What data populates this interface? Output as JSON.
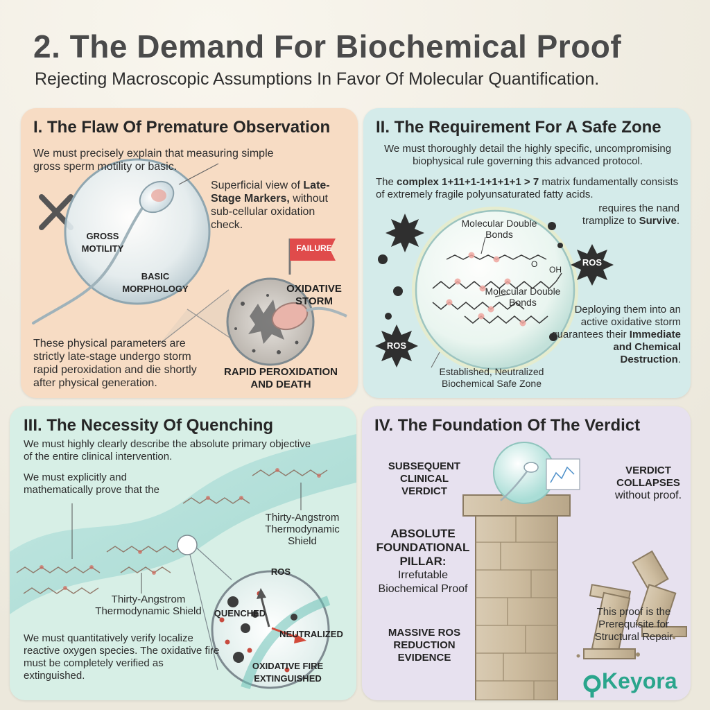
{
  "header": {
    "title": "2. The Demand For Biochemical Proof",
    "subtitle": "Rejecting Macroscopic Assumptions In Favor Of Molecular Quantification."
  },
  "panel1": {
    "title": "I. The Flaw Of Premature Observation",
    "intro": "We must precisely explain that measuring simple gross sperm motility or basic.",
    "callout_pre": "Superficial view of",
    "callout_bold": "Late-Stage Markers,",
    "callout_post": "without sub-cellular oxidation check.",
    "label_gross_motility": "GROSS MOTILITY",
    "label_basic_morphology": "BASIC MORPHOLOGY",
    "flag_label": "FAILURE",
    "label_oxidative_storm": "OXIDATIVE STORM",
    "label_rapid_death": "RAPID PEROXIDATION AND DEATH",
    "footer": "These physical parameters are strictly late-stage undergo storm rapid peroxidation and die shortly after physical generation."
  },
  "panel2": {
    "title": "II. The Requirement For A Safe Zone",
    "intro": "We must thoroughly detail the highly specific, uncompromising biophysical rule governing this advanced protocol.",
    "complex_pre": "The",
    "complex_bold": "complex 1+11+1-1+1+1+1 > 7",
    "complex_post": "matrix fundamentally consists of extremely fragile polyunsaturated fatty acids.",
    "requires_pre": "requires the nand tramplize to",
    "requires_bold": "Survive",
    "requires_post": ".",
    "label_bonds_1": "Molecular Double Bonds",
    "label_bonds_2": "Molecular Double Bonds",
    "ros_1": "ROS",
    "ros_2": "ROS",
    "oh_label": "OH",
    "o_label": "O",
    "deploy_text": "Deploying them into an active oxidative storm guarantees their",
    "deploy_bold": "Immediate and Chemical Destruction",
    "deploy_end": ".",
    "safe_zone": "Established, Neutralized Biochemical Safe Zone"
  },
  "panel3": {
    "title": "III. The Necessity Of Quenching",
    "intro": "We must highly clearly describe the absolute primary objective of the entire clinical intervention.",
    "prove": "We must explicitly and mathematically prove that the",
    "shield_1": "Thirty-Angstrom Thermodynamic Shield",
    "shield_2": "Thirty-Angstrom Thermodynamic Shield",
    "label_ros": "ROS",
    "label_quenched": "QUENCHED",
    "label_neutralized": "NEUTRALIZED",
    "label_extinguished": "OXIDATIVE FIRE EXTINGUISHED",
    "footer": "We must quantitatively verify localize reactive oxygen species. The oxidative fire must be completely verified as extinguished."
  },
  "panel4": {
    "title": "IV. The Foundation Of The Verdict",
    "label_verdict": "SUBSEQUENT CLINICAL VERDICT",
    "pillar_bold": "ABSOLUTE FOUNDATIONAL PILLAR:",
    "pillar_text": "Irrefutable Biochemical Proof",
    "collapse_bold": "VERDICT COLLAPSES",
    "collapse_text": "without proof.",
    "prereq": "This proof is the Prerequisite for Structural Repair",
    "evidence": "MASSIVE ROS REDUCTION EVIDENCE"
  },
  "brand": {
    "logo_text": "Keyora"
  },
  "colors": {
    "panel1": "#f7dcc4",
    "panel2": "#d4ebea",
    "panel3": "#d7efe6",
    "panel4": "#e7e1ef",
    "flag": "#e04b4b",
    "ros_dark": "#2f2f2f",
    "logo_teal": "#2aa58c"
  }
}
